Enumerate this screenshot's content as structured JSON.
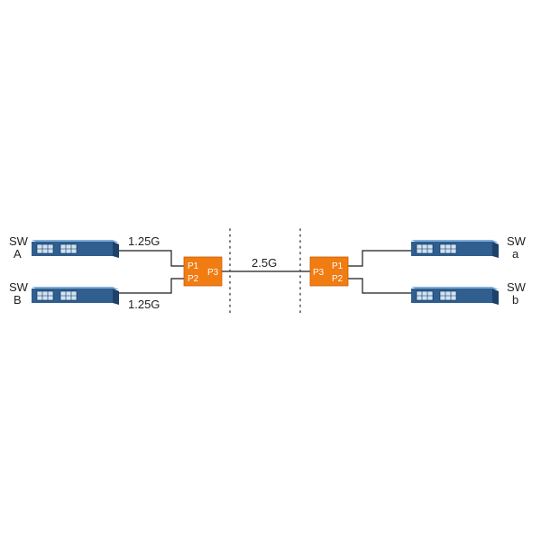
{
  "switches": {
    "sw_A": {
      "line1": "SW",
      "line2": "A"
    },
    "sw_B": {
      "line1": "SW",
      "line2": "B"
    },
    "sw_a": {
      "line1": "SW",
      "line2": "a"
    },
    "sw_b": {
      "line1": "SW",
      "line2": "b"
    }
  },
  "links": {
    "left_top": "1.25G",
    "left_bottom": "1.25G",
    "trunk": "2.5G"
  },
  "muxes": {
    "left": {
      "p1": "P1",
      "p2": "P2",
      "p3": "P3"
    },
    "right": {
      "p1": "P1",
      "p2": "P2",
      "p3": "P3"
    }
  },
  "colors": {
    "switch_body": "#2f5e8f",
    "switch_top": "#7fb0dc",
    "switch_side": "#1d4168",
    "mux": "#f07c12"
  }
}
